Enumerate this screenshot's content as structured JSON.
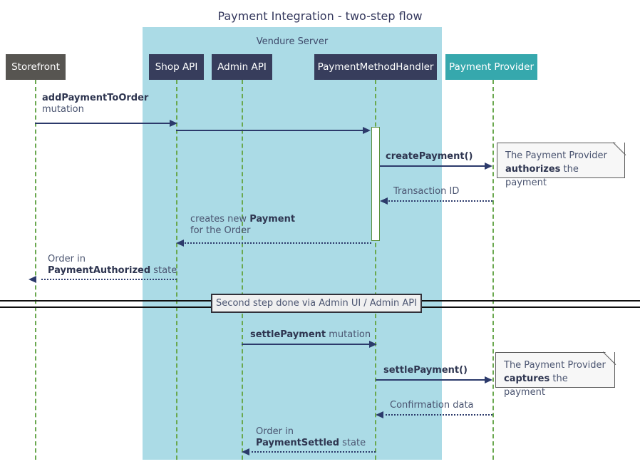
{
  "diagram": {
    "title": "Payment Integration - two-step flow",
    "type": "sequence-diagram",
    "group": {
      "label": "Vendure Server"
    },
    "participants": [
      {
        "id": "storefront",
        "label": "Storefront",
        "color": "#575551"
      },
      {
        "id": "shop-api",
        "label": "Shop API",
        "color": "#373d5c"
      },
      {
        "id": "admin-api",
        "label": "Admin API",
        "color": "#373d5c"
      },
      {
        "id": "payment-method-handler",
        "label": "PaymentMethodHandler",
        "color": "#373d5c"
      },
      {
        "id": "payment-provider",
        "label": "Payment Provider",
        "color": "#36a8ad"
      }
    ],
    "messages": [
      {
        "id": "m1",
        "bold": "addPaymentToOrder",
        "rest": "mutation",
        "from": "storefront",
        "to": "shop-api",
        "style": "solid"
      },
      {
        "id": "m2",
        "bold": "",
        "rest": "",
        "from": "shop-api",
        "to": "payment-method-handler",
        "style": "solid"
      },
      {
        "id": "m3",
        "bold": "createPayment()",
        "rest": "",
        "from": "payment-method-handler",
        "to": "payment-provider",
        "style": "solid"
      },
      {
        "id": "m4",
        "bold": "",
        "rest": "Transaction ID",
        "from": "payment-provider",
        "to": "payment-method-handler",
        "style": "dotted"
      },
      {
        "id": "m5",
        "line1pre": "creates new ",
        "line1bold": "Payment",
        "line2": "for the Order",
        "from": "payment-method-handler",
        "to": "shop-api",
        "style": "dotted"
      },
      {
        "id": "m6",
        "line1": "Order in",
        "line2bold": "PaymentAuthorized",
        "line2rest": " state",
        "from": "shop-api",
        "to": "storefront",
        "style": "dotted"
      },
      {
        "id": "m7",
        "bold": "settlePayment",
        "rest": " mutation",
        "from": "admin-api",
        "to": "payment-method-handler",
        "style": "solid"
      },
      {
        "id": "m8",
        "bold": "settlePayment()",
        "rest": "",
        "from": "payment-method-handler",
        "to": "payment-provider",
        "style": "solid"
      },
      {
        "id": "m9",
        "bold": "",
        "rest": "Confirmation data",
        "from": "payment-provider",
        "to": "payment-method-handler",
        "style": "dotted"
      },
      {
        "id": "m10",
        "line1": "Order in",
        "line2bold": "PaymentSettled",
        "line2rest": " state",
        "from": "payment-method-handler",
        "to": "admin-api",
        "style": "dotted"
      }
    ],
    "separator": {
      "label": "Second step done via Admin UI / Admin API"
    },
    "notes": [
      {
        "id": "note1",
        "line1": "The Payment Provider",
        "line2bold": "authorizes",
        "line2rest": " the payment"
      },
      {
        "id": "note2",
        "line1": "The Payment Provider",
        "line2bold": "captures",
        "line2rest": " the payment"
      }
    ],
    "colors": {
      "group_background": "#abdbe6",
      "lifeline": "#6aa84f",
      "arrow": "#2c3a6b",
      "note_background": "#f7f7f7",
      "text": "#4a5470"
    }
  }
}
